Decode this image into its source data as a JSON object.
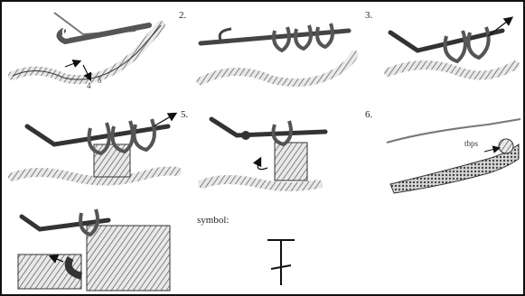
{
  "step_labels": {
    "s2": "2.",
    "s3": "3.",
    "s5": "5.",
    "s6": "6."
  },
  "symbol_label": "symbol:",
  "hook_label": "tbps"
}
